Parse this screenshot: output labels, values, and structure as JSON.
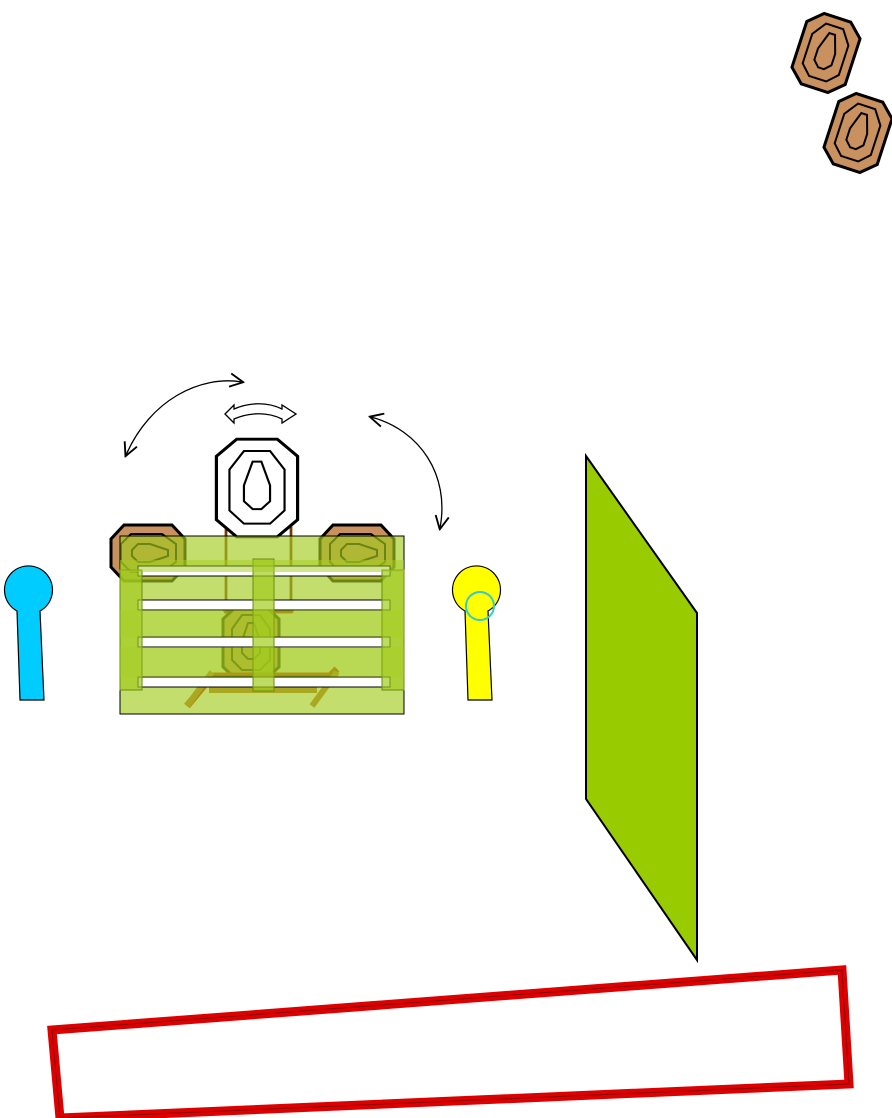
{
  "colors": {
    "background": "#ffffff",
    "target_fill": "#c8915f",
    "target_stroke": "#000000",
    "steel_target_fill": "#ffffff",
    "barricade_fill": "#a3cc1f",
    "barricade_fill_opacity": 0.65,
    "wall_fill": "#99cc00",
    "shooter_left": "#00ccff",
    "shooter_right": "#ffff00",
    "start_marker_ring": "#33cccc",
    "stand_frame": "#cc0000",
    "stand_post": "#b5651d",
    "fault_line": "#dd0000"
  },
  "icons": {
    "paper_target": "octagon-target-icon",
    "steel_swinger": "swinging-target-icon",
    "shooter": "shooter-position-icon",
    "swing_arrow": "curved-arrow-icon",
    "rotate_arrow": "rotate-arrow-icon"
  },
  "elements": {
    "paper_targets_count": 5,
    "steel_swinger_count": 1,
    "barricade_count": 1,
    "wall_count": 1,
    "fault_line_count": 1,
    "shooter_positions": [
      "left",
      "right"
    ]
  }
}
